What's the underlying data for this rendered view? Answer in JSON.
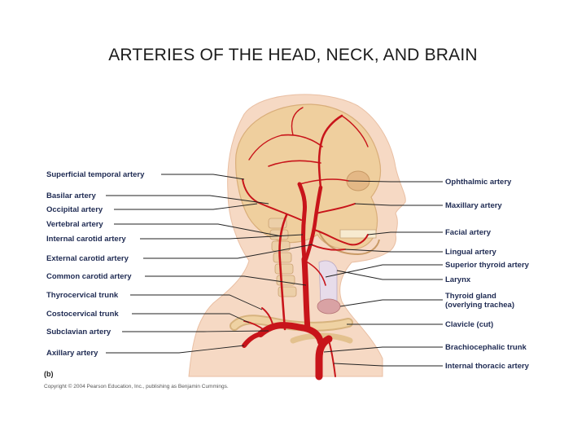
{
  "title": "ARTERIES OF THE HEAD, NECK, AND BRAIN",
  "panel_label": "(b)",
  "copyright": "Copyright © 2004 Pearson Education, Inc., publishing as Benjamin Cummings.",
  "left_labels": [
    "Superficial temporal artery",
    "Basilar artery",
    "Occipital artery",
    "Vertebral artery",
    "Internal carotid artery",
    "External carotid artery",
    "Common carotid artery",
    "Thyrocervical trunk",
    "Costocervical trunk",
    "Subclavian artery",
    "Axillary artery"
  ],
  "right_labels": [
    "Ophthalmic artery",
    "Maxillary artery",
    "Facial artery",
    "Lingual artery",
    "Superior thyroid artery",
    "Larynx",
    "Thyroid gland",
    "(overlying trachea)",
    "Clavicle (cut)",
    "Brachiocephalic trunk",
    "Internal thoracic artery"
  ],
  "colors": {
    "artery": "#c8141a",
    "skin": "#f6d9c4",
    "bone": "#efcf9e",
    "label": "#1e2a52"
  }
}
